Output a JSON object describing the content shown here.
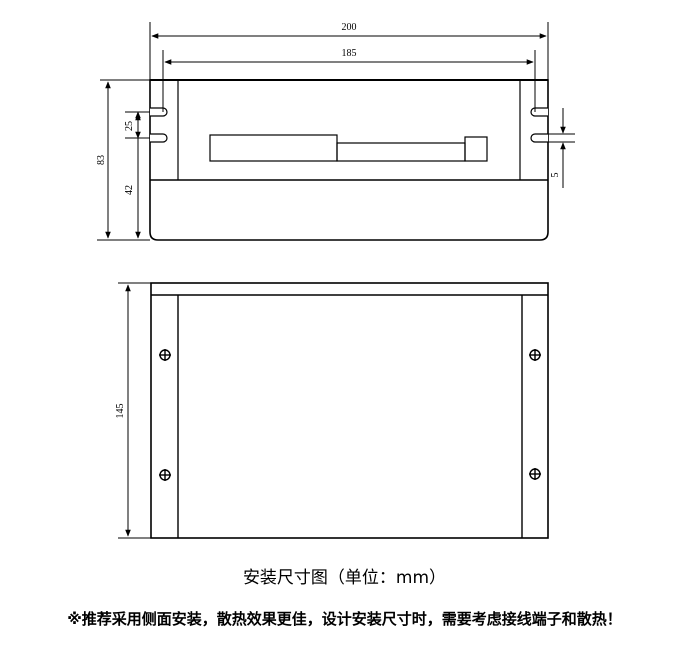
{
  "dimensions": {
    "overall_width": "200",
    "inner_width": "185",
    "overall_height": "83",
    "height_lower": "42",
    "slot_spacing": "25",
    "slot_width": "5",
    "depth": "145"
  },
  "caption": "安装尺寸图（单位：mm）",
  "note": "※推荐采用侧面安装，散热效果更佳，设计安装尺寸时，需要考虑接线端子和散热！"
}
